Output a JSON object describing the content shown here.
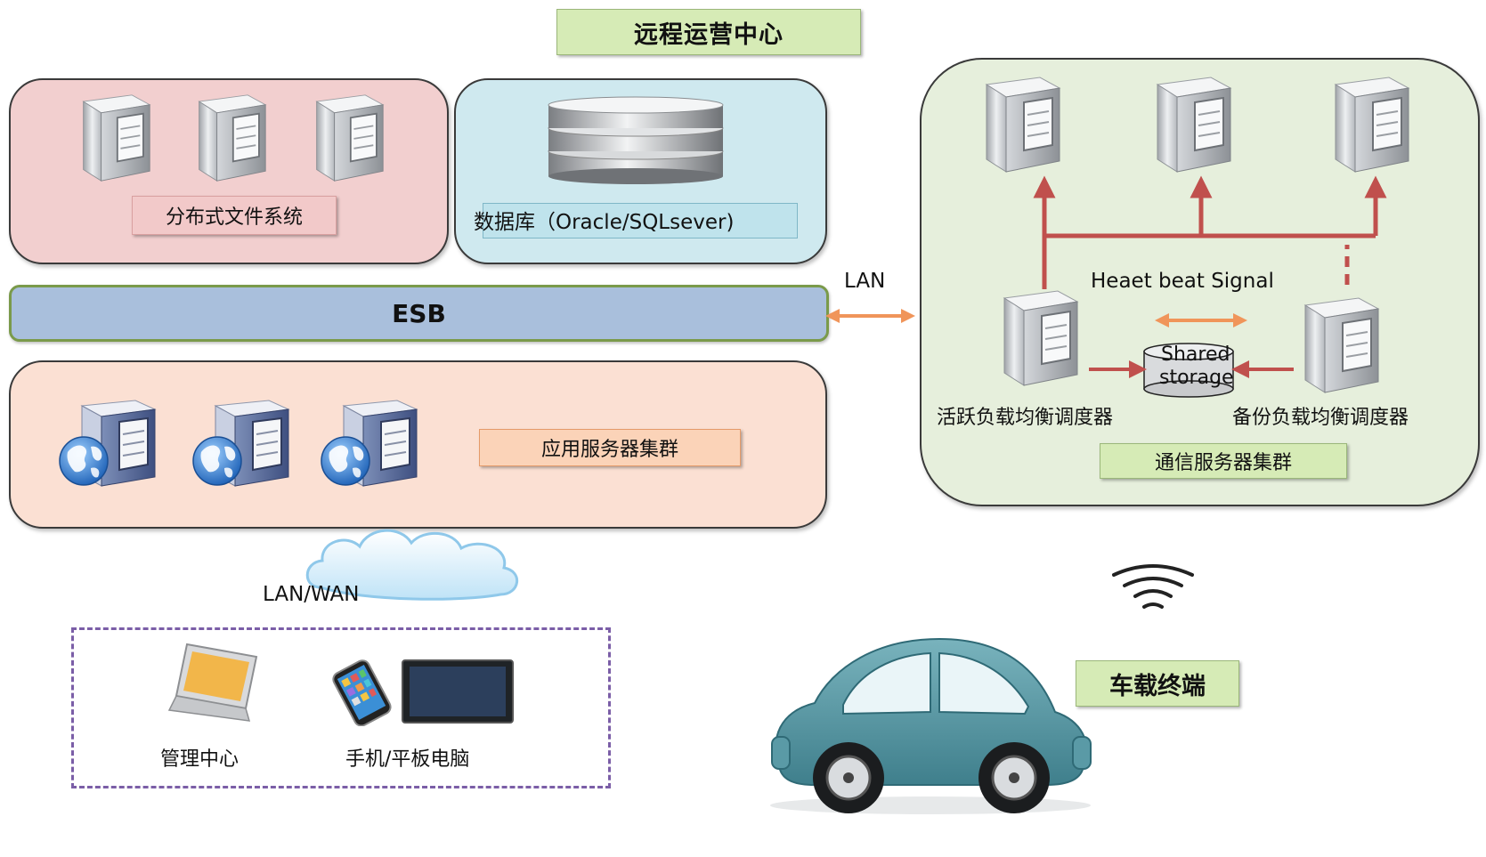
{
  "title": "远程运营中心",
  "file_system": {
    "label": "分布式文件系统"
  },
  "database": {
    "label": "数据库（Oracle/SQLsever)"
  },
  "esb": {
    "label": "ESB"
  },
  "lan": {
    "label": "LAN"
  },
  "app_cluster": {
    "label": "应用服务器集群"
  },
  "comm_cluster": {
    "heartbeat": "Heaet beat Signal",
    "shared_storage_line1": "Shared",
    "shared_storage_line2": "storage",
    "active_balancer": "活跃负载均衡调度器",
    "backup_balancer": "备份负载均衡调度器",
    "label": "通信服务器集群"
  },
  "network": {
    "label": "LAN/WAN"
  },
  "clients": {
    "management": "管理中心",
    "mobile": "手机/平板电脑"
  },
  "vehicle": {
    "label": "车载终端"
  },
  "colors": {
    "pink_panel": "#f2cfcf",
    "blue_panel": "#cfe9ef",
    "peach_panel": "#fbe0d3",
    "green_panel": "#e6efdc",
    "esb_bar": "#a9bfdc",
    "green_label": "#d6ebb6",
    "red_arrow": "#c0504d",
    "orange_arrow": "#f0955a",
    "dashed_border": "#7b5ea7"
  }
}
